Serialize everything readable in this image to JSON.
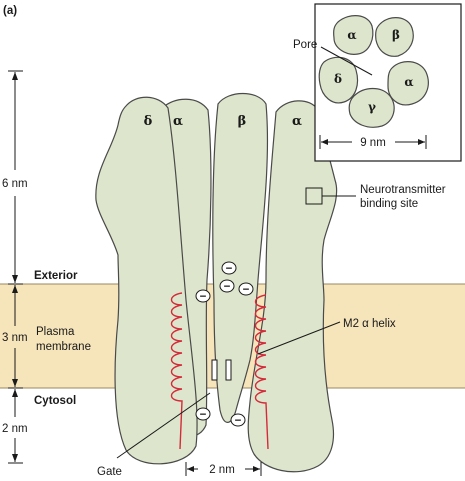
{
  "panel_label": "(a)",
  "colors": {
    "subunit_fill": "#dde6cc",
    "subunit_stroke": "#4a4a4a",
    "membrane": "#f6e4ba",
    "helix": "#d42a3a"
  },
  "dimensions": {
    "height_6nm": "6 nm",
    "height_3nm": "3 nm",
    "height_2nm": "2 nm",
    "pore_width": "2 nm",
    "ring_width": "9 nm"
  },
  "regions": {
    "exterior": "Exterior",
    "plasma_membrane_line1": "Plasma",
    "plasma_membrane_line2": "membrane",
    "cytosol": "Cytosol"
  },
  "subunits_side": [
    "δ",
    "α",
    "β",
    "α"
  ],
  "subunits_top": [
    "α",
    "β",
    "α",
    "γ",
    "δ"
  ],
  "callouts": {
    "pore": "Pore",
    "binding_site_line1": "Neurotransmitter",
    "binding_site_line2": "binding site",
    "m2_helix": "M2 α helix",
    "gate": "Gate"
  },
  "ion_symbol": "−"
}
